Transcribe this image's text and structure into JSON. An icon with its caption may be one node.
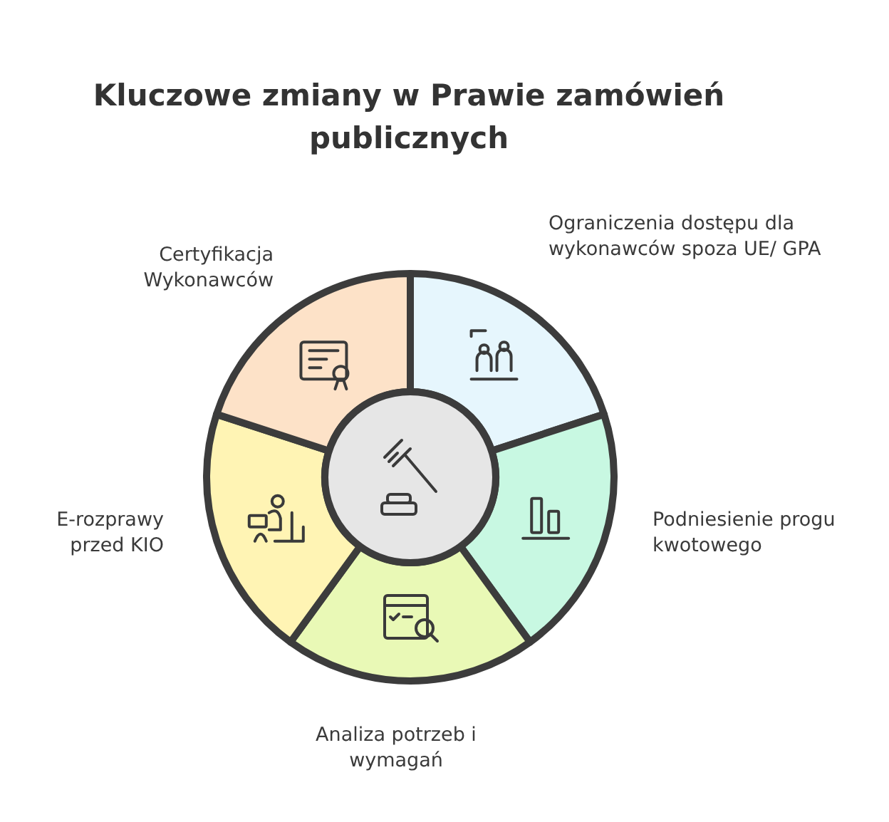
{
  "diagram": {
    "title": "Kluczowe zmiany w Prawie zamówień publicznych",
    "nodes": [
      {
        "text": [
          "Ograniczenia dostępu dla wykonawców spoza UE/ GPA"
        ]
      },
      {
        "text": [
          "Podniesienie progu kwotowego"
        ]
      },
      {
        "text": [
          "Analiza potrzeb i wymagań"
        ]
      },
      {
        "text": [
          "E-rozprawy przed KIO"
        ]
      },
      {
        "text": [
          "Certyfikacja Wykonawców"
        ]
      },
      {
        "text": [],
        "shape": "circle"
      }
    ],
    "edges": []
  }
}
